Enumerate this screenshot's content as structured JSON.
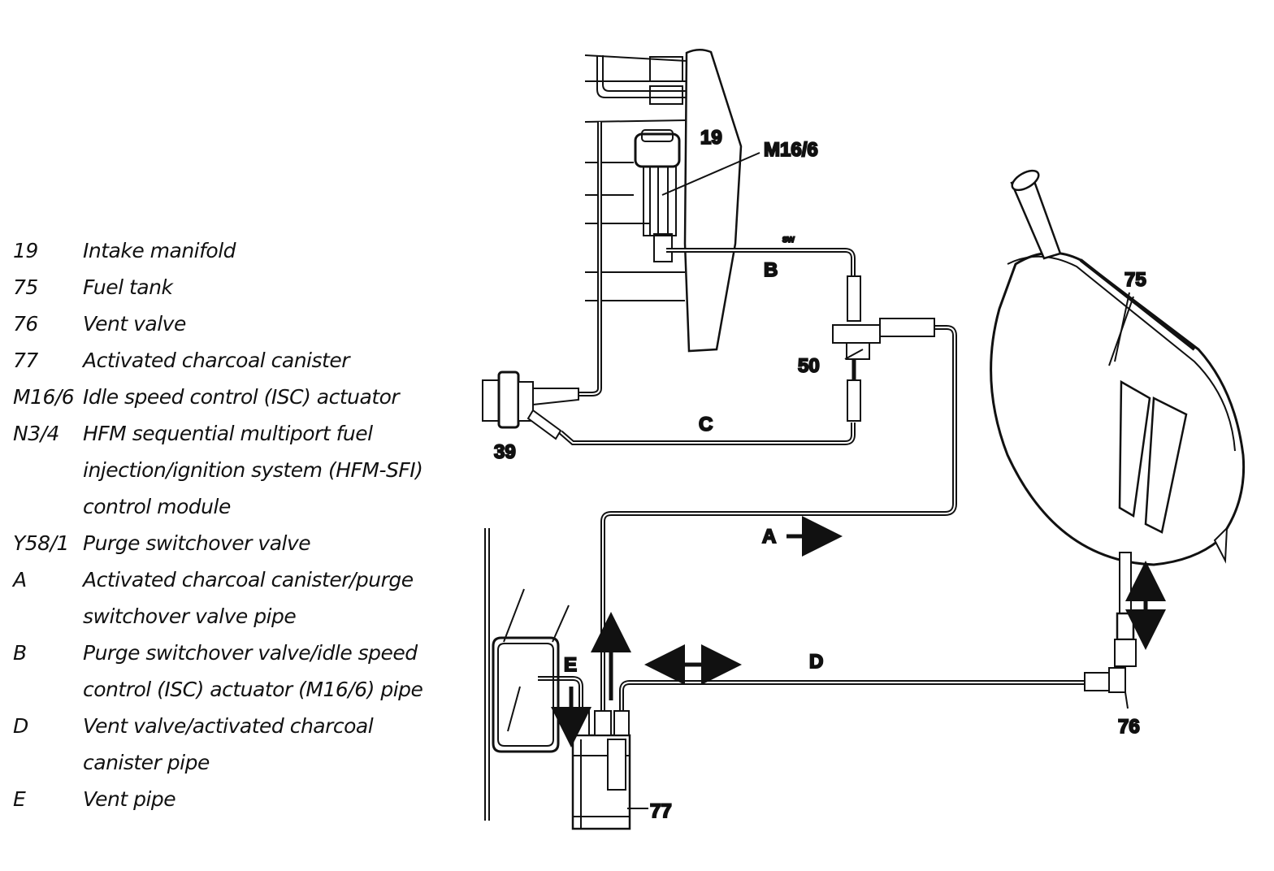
{
  "legend": [
    {
      "code": "19",
      "lines": [
        "Intake manifold"
      ]
    },
    {
      "code": "75",
      "lines": [
        "Fuel tank"
      ]
    },
    {
      "code": "76",
      "lines": [
        "Vent valve"
      ]
    },
    {
      "code": "77",
      "lines": [
        "Activated charcoal canister"
      ]
    },
    {
      "code": "M16/6",
      "lines": [
        "Idle speed control (ISC) actuator"
      ]
    },
    {
      "code": "N3/4",
      "lines": [
        "HFM sequential multiport fuel",
        "injection/ignition system (HFM-SFI)",
        "control module"
      ]
    },
    {
      "code": "Y58/1",
      "lines": [
        "Purge switchover valve"
      ]
    },
    {
      "code": "A",
      "lines": [
        "Activated charcoal canister/purge",
        "switchover valve pipe"
      ]
    },
    {
      "code": "B",
      "lines": [
        "Purge switchover valve/idle speed",
        "control (ISC) actuator (M16/6) pipe"
      ]
    },
    {
      "code": "D",
      "lines": [
        "Vent valve/activated charcoal",
        "canister pipe"
      ]
    },
    {
      "code": "E",
      "lines": [
        "Vent pipe"
      ]
    }
  ],
  "callouts": {
    "c19": "19",
    "m16_6": "M16/6",
    "sw": "sw",
    "b": "B",
    "c50": "50",
    "c39": "39",
    "c": "C",
    "a": "A",
    "c75": "75",
    "d": "D",
    "e": "E",
    "c76": "76",
    "c77": "77"
  }
}
